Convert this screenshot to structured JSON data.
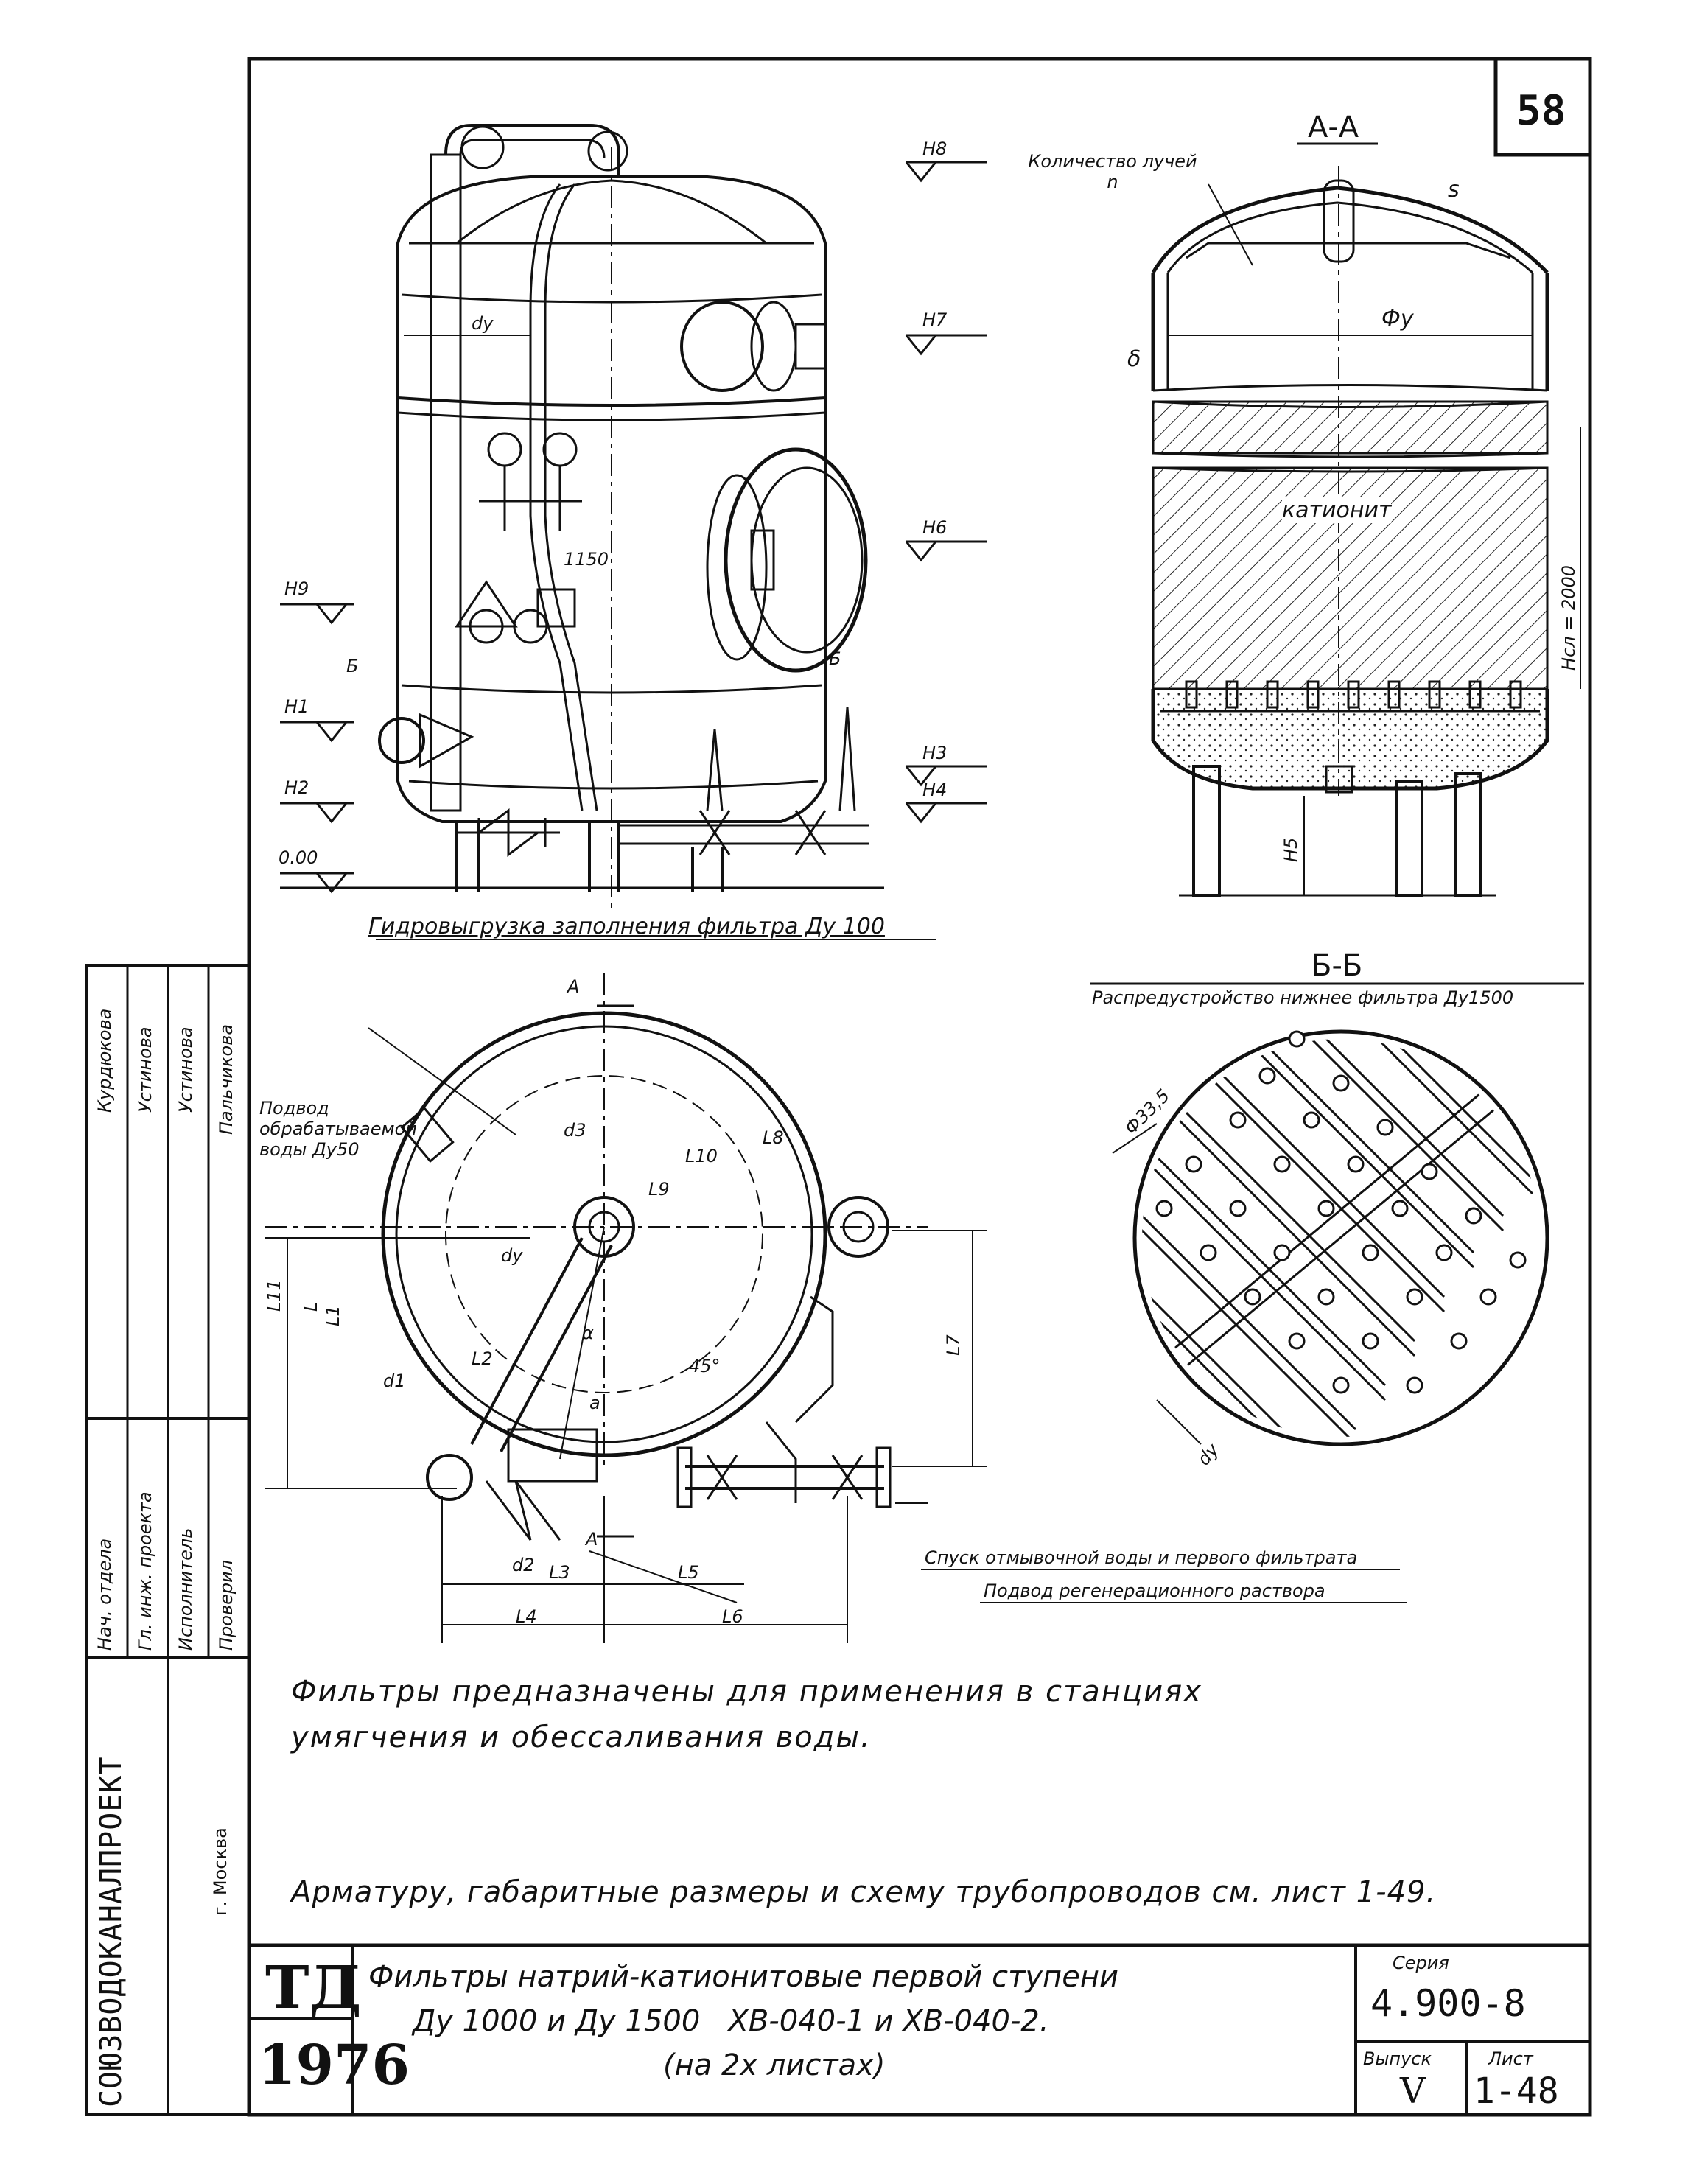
{
  "sheet_number": "58",
  "views": {
    "section_aa": "А-А",
    "section_bb": "Б-Б",
    "cut_a_top": "А",
    "cut_a_bottom": "А",
    "cut_b_left": "Б",
    "cut_b_right": "Б"
  },
  "labels": {
    "beam_count": "Количество лучей n",
    "cation": "катионит",
    "hsl": "Нсл = 2000",
    "phi_y": "Фу",
    "delta": "δ",
    "s": "s",
    "dy": "dy",
    "size_1150": "1150",
    "hydro_unload": "Гидровыгрузка заполнения фильтра Ду 100",
    "distributor": "Распредустройство нижнее фильтра Ду1500",
    "feed_water": "Подвод обрабатываемой воды Ду50",
    "drain": "Спуск отмывочной воды и первого фильтрата",
    "regen": "Подвод регенерационного раствора",
    "phi_335": "Ф33,5",
    "dy_bottom": "dy",
    "angle_45": "45°",
    "alpha": "α"
  },
  "levels": [
    "Н8",
    "Н7",
    "Н6",
    "Н9",
    "Н1",
    "Н2",
    "Н3",
    "Н4",
    "0.00",
    "Н5"
  ],
  "dims": [
    "L1",
    "L2",
    "L3",
    "L4",
    "L5",
    "L6",
    "L7",
    "L8",
    "L9",
    "L10",
    "L11",
    "L",
    "d1",
    "d2",
    "d3",
    "dy",
    "a",
    "α"
  ],
  "note1": "Фильтры предназначены для применения в станциях умягчения и обессаливания воды.",
  "note2": "Арматуру, габаритные размеры и схему трубопроводов см. лист 1-49.",
  "stamp": {
    "org": "СОЮЗВОДОКАНАЛПРОЕКТ",
    "city": "г. Москва",
    "roles": [
      "Нач. отдела",
      "Гл. инж. проекта",
      "Исполнитель",
      "Проверил"
    ],
    "names": [
      "Курдюкова",
      "Устинова",
      "Устинова",
      "Пальчикова"
    ],
    "td": "ТД",
    "year": "1976",
    "title_line1": "Фильтры натрий-катионитовые первой ступени",
    "title_line2": "Ду 1000 и Ду 1500   ХВ-040-1 и ХВ-040-2.",
    "title_line3": "(на 2х листах)",
    "series_label": "Серия",
    "series": "4.900-8",
    "issue_label": "Выпуск",
    "issue": "V",
    "sheet_label": "Лист",
    "sheet": "1-48"
  }
}
